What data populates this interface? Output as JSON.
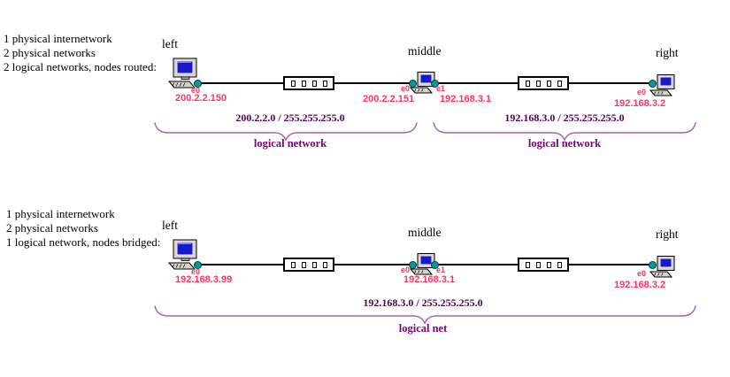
{
  "colors": {
    "ip_label": "#ff3366",
    "subnet_label": "#560056",
    "logical_label": "#7d007d",
    "brace": "#a763a7",
    "interface_dot": "#009c9c",
    "screen_blue": "#1818cf"
  },
  "diagrams": [
    {
      "caption": [
        "1 physical internetwork",
        "2 physical networks",
        "2 logical networks, nodes routed:"
      ],
      "nodes": [
        {
          "name": "left",
          "interfaces": [
            {
              "id": "e0",
              "ip": "200.2.2.150"
            }
          ]
        },
        {
          "name": "middle",
          "interfaces": [
            {
              "id": "e0",
              "ip": "200.2.2.151"
            },
            {
              "id": "e1",
              "ip": "192.168.3.1"
            }
          ]
        },
        {
          "name": "right",
          "interfaces": [
            {
              "id": "e0",
              "ip": "192.168.3.2"
            }
          ]
        }
      ],
      "networks": [
        {
          "subnet": "200.2.2.0 / 255.255.255.0",
          "label": "logical network"
        },
        {
          "subnet": "192.168.3.0 / 255.255.255.0",
          "label": "logical network"
        }
      ]
    },
    {
      "caption": [
        "1 physical internetwork",
        "2 physical networks",
        "1 logical network, nodes bridged:"
      ],
      "nodes": [
        {
          "name": "left",
          "interfaces": [
            {
              "id": "e0",
              "ip": "192.168.3.99"
            }
          ]
        },
        {
          "name": "middle",
          "ip": "192.168.3.1",
          "interfaces": [
            {
              "id": "e0"
            },
            {
              "id": "e1"
            }
          ]
        },
        {
          "name": "right",
          "interfaces": [
            {
              "id": "e0",
              "ip": "192.168.3.2"
            }
          ]
        }
      ],
      "networks": [
        {
          "subnet": "192.168.3.0 / 255.255.255.0",
          "label": "logical net"
        }
      ]
    }
  ]
}
